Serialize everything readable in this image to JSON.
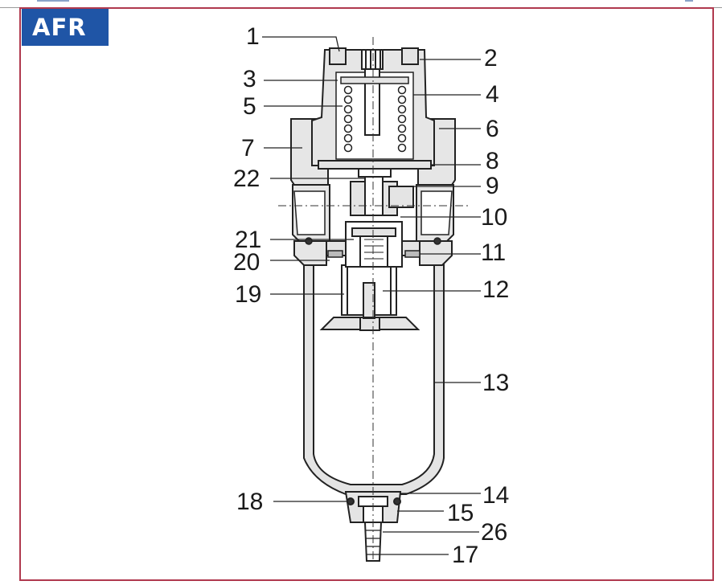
{
  "badge": {
    "label": "AFR",
    "color": "#1f55a6"
  },
  "frame_color": "#b0394e",
  "callouts": {
    "c1": "1",
    "c2": "2",
    "c3": "3",
    "c4": "4",
    "c5": "5",
    "c6": "6",
    "c7": "7",
    "c8": "8",
    "c9": "9",
    "c10": "10",
    "c11": "11",
    "c12": "12",
    "c13": "13",
    "c14": "14",
    "c15": "15",
    "c17": "17",
    "c18": "18",
    "c19": "19",
    "c20": "20",
    "c21": "21",
    "c22": "22",
    "c26": "26"
  }
}
